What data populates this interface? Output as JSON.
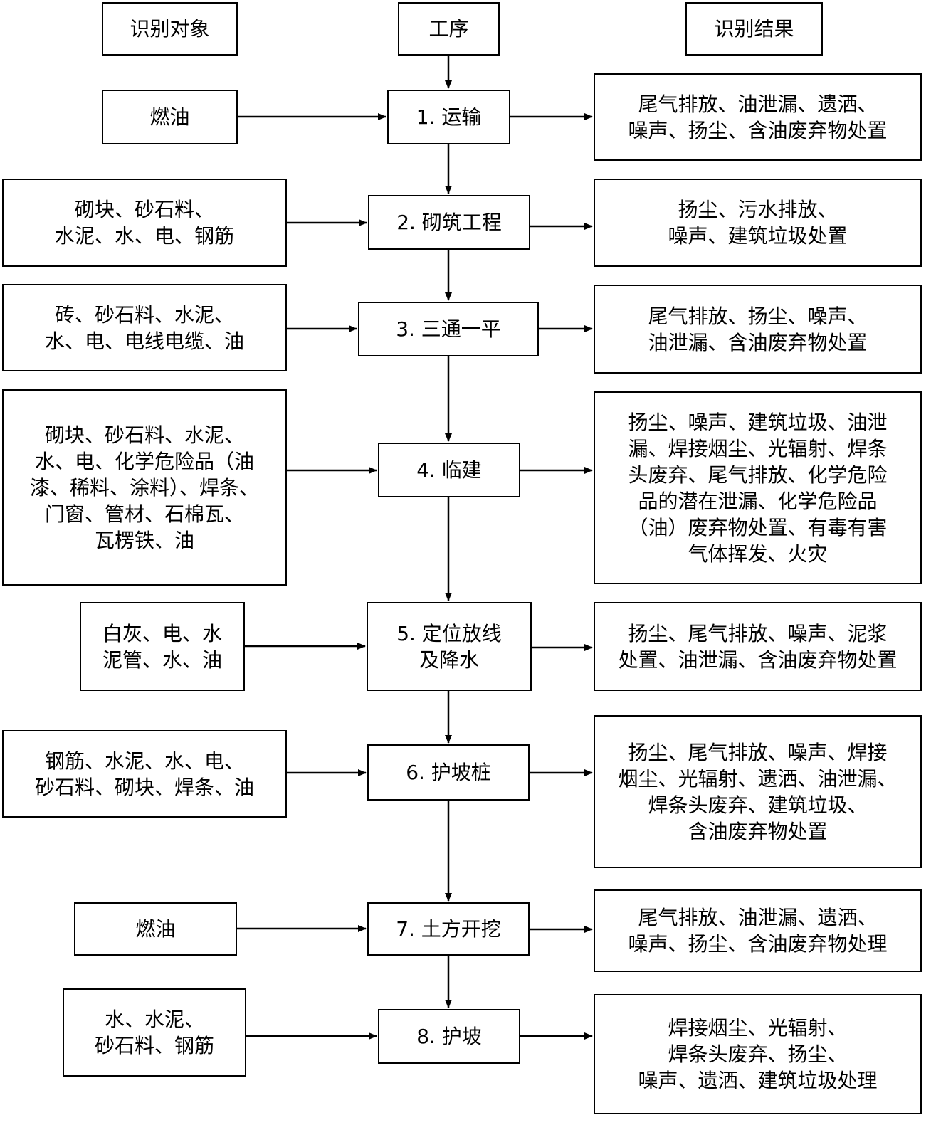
{
  "headers": {
    "input": "识别对象",
    "process": "工序",
    "output": "识别结果"
  },
  "rows": [
    {
      "step": [
        "1. 运输"
      ],
      "inputs": [
        "燃油"
      ],
      "results": [
        "尾气排放、油泄漏、遗洒、",
        "噪声、扬尘、含油废弃物处置"
      ]
    },
    {
      "step": [
        "2. 砌筑工程"
      ],
      "inputs": [
        "砌块、砂石料、",
        "水泥、水、电、钢筋"
      ],
      "results": [
        "扬尘、污水排放、",
        "噪声、建筑垃圾处置"
      ]
    },
    {
      "step": [
        "3. 三通一平"
      ],
      "inputs": [
        "砖、砂石料、水泥、",
        "水、电、电线电缆、油"
      ],
      "results": [
        "尾气排放、扬尘、噪声、",
        "油泄漏、含油废弃物处置"
      ]
    },
    {
      "step": [
        "4. 临建"
      ],
      "inputs": [
        "砌块、砂石料、水泥、",
        "水、电、化学危险品（油",
        "漆、稀料、涂料）、焊条、",
        "门窗、管材、石棉瓦、",
        "瓦楞铁、油"
      ],
      "results": [
        "扬尘、噪声、建筑垃圾、油泄",
        "漏、焊接烟尘、光辐射、焊条",
        "头废弃、尾气排放、化学危险",
        "品的潜在泄漏、化学危险品",
        "（油）废弃物处置、有毒有害",
        "气体挥发、火灾"
      ]
    },
    {
      "step": [
        "5. 定位放线",
        "及降水"
      ],
      "inputs": [
        "白灰、电、水",
        "泥管、水、油"
      ],
      "results": [
        "扬尘、尾气排放、噪声、泥浆",
        "处置、油泄漏、含油废弃物处置"
      ]
    },
    {
      "step": [
        "6. 护坡桩"
      ],
      "inputs": [
        "钢筋、水泥、水、电、",
        "砂石料、砌块、焊条、油"
      ],
      "results": [
        "扬尘、尾气排放、噪声、焊接",
        "烟尘、光辐射、遗洒、油泄漏、",
        "焊条头废弃、建筑垃圾、",
        "含油废弃物处置"
      ]
    },
    {
      "step": [
        "7. 土方开挖"
      ],
      "inputs": [
        "燃油"
      ],
      "results": [
        "尾气排放、油泄漏、遗洒、",
        "噪声、扬尘、含油废弃物处理"
      ]
    },
    {
      "step": [
        "8. 护坡"
      ],
      "inputs": [
        "水、水泥、",
        "砂石料、钢筋"
      ],
      "results": [
        "焊接烟尘、光辐射、",
        "焊条头废弃、扬尘、",
        "噪声、遗洒、建筑垃圾处理"
      ]
    }
  ]
}
